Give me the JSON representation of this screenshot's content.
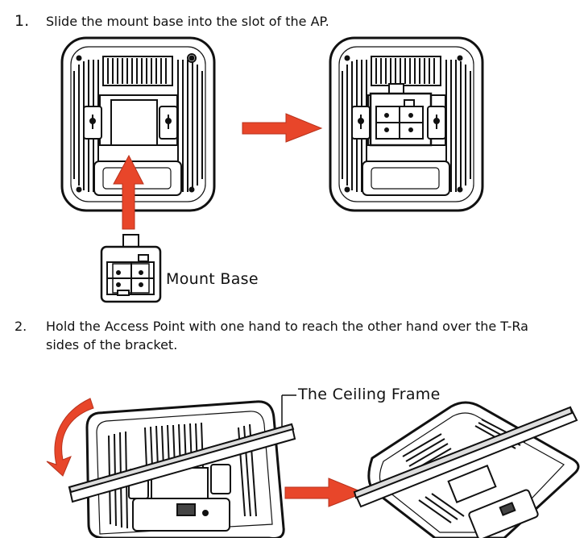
{
  "step1": {
    "number": "1.",
    "text": "Slide the mount base into the slot of the AP."
  },
  "step1_figure": {
    "label": "Mount Base",
    "arrow_color": "#e8462a"
  },
  "step2": {
    "number": "2.",
    "line1": "Hold the Access Point with one hand to reach the other hand over the T-Ra",
    "line2": "sides of the bracket."
  },
  "step2_figure": {
    "label": "The Ceiling Frame",
    "arrow_color": "#e8462a"
  }
}
